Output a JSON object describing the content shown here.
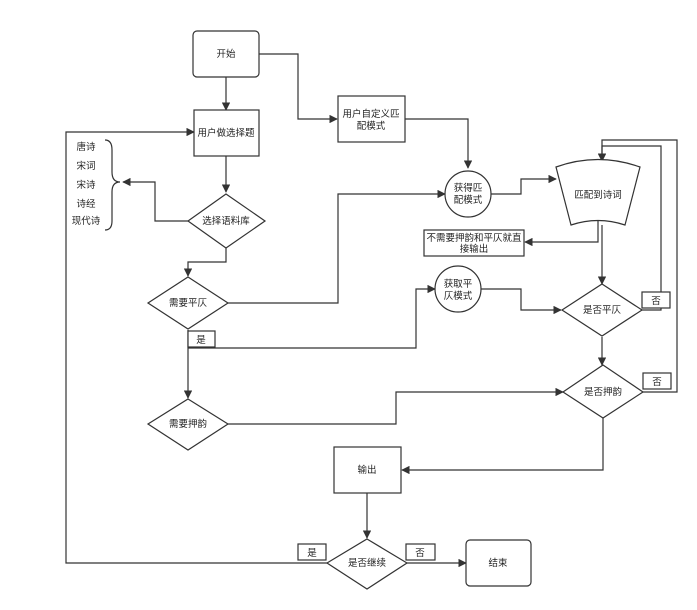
{
  "diagram": {
    "nodes": {
      "start": "开始",
      "select": "用户做选择题",
      "custom_lines": [
        "用户自定义匹",
        "配模式"
      ],
      "corpus": "选择语料库",
      "need_tone": "需要平仄",
      "need_rhyme": "需要押韵",
      "get_match_lines": [
        "获得匹",
        "配模式"
      ],
      "match_poem": "匹配到诗词",
      "direct_output_lines": [
        "不需要押韵和平仄就直",
        "接输出"
      ],
      "get_tone_lines": [
        "获取平",
        "仄模式"
      ],
      "is_tone": "是否平仄",
      "is_rhyme": "是否押韵",
      "output": "输出",
      "continue": "是否继续",
      "end": "结束"
    },
    "corpus_list": [
      "唐诗",
      "宋词",
      "宋诗",
      "诗经",
      "现代诗"
    ],
    "edge_labels": {
      "tone_yes": "是",
      "tone_no": "否",
      "rhyme_no": "否",
      "continue_yes": "是",
      "continue_no": "否"
    }
  }
}
